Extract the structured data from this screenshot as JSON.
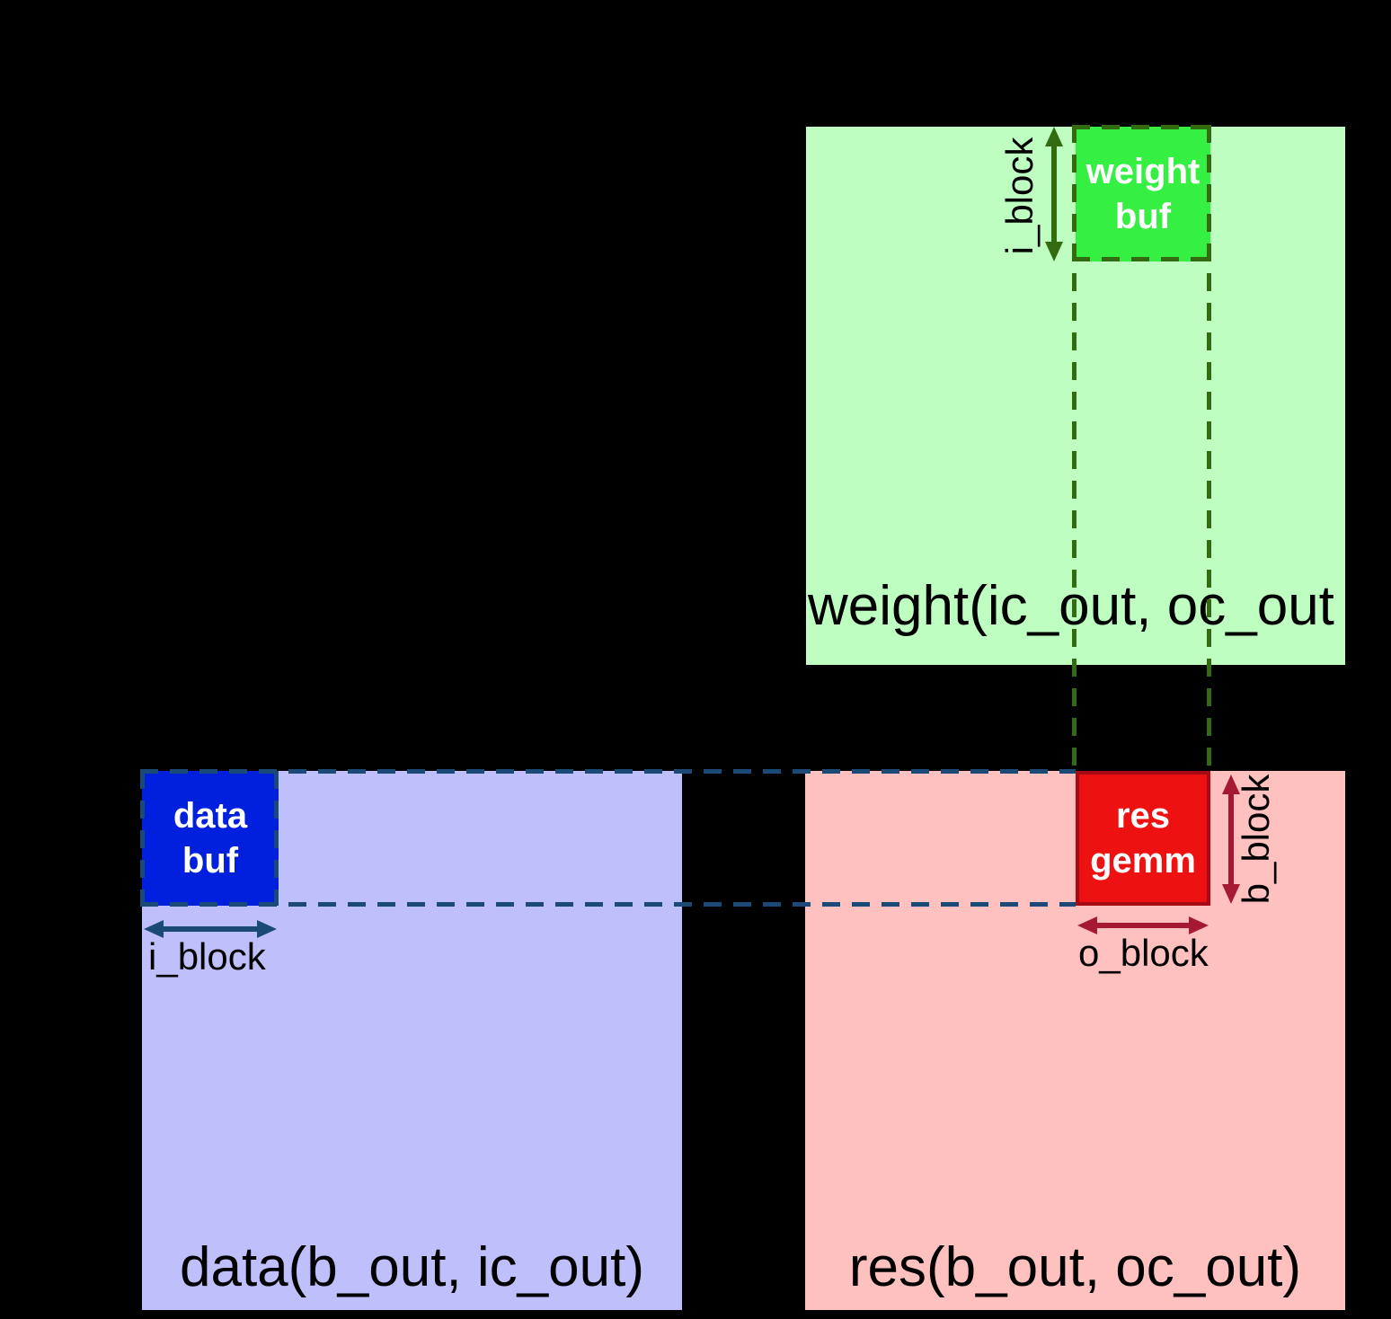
{
  "background": "#000000",
  "matrices": {
    "weight": {
      "label": "weight(ic_out, oc_out"
    },
    "data": {
      "label": "data(b_out, ic_out)"
    },
    "res": {
      "label": "res(b_out, oc_out)"
    }
  },
  "buffers": {
    "weight_buf": {
      "line1": "weight",
      "line2": "buf"
    },
    "data_buf": {
      "line1": "data",
      "line2": "buf"
    },
    "res_gemm": {
      "line1": "res",
      "line2": "gemm"
    }
  },
  "annotations": {
    "weight_i_block": "i_block",
    "data_i_block": "i_block",
    "o_block": "o_block",
    "b_block": "b_block"
  },
  "colors": {
    "weight_matrix_fill": "#BEFFC1",
    "weight_buf_fill": "#35F043",
    "green_line": "#336B10",
    "data_matrix_fill": "#BFBFFC",
    "data_buf_fill": "#0020DD",
    "navy_line": "#1C4A77",
    "res_matrix_fill": "#FFC0C0",
    "res_gemm_fill": "#ED1111",
    "res_gemm_border": "#A60A12",
    "red_line": "#A51931",
    "matrix_label_color": "#000000",
    "buf_label_color": "#FFFFFF"
  }
}
